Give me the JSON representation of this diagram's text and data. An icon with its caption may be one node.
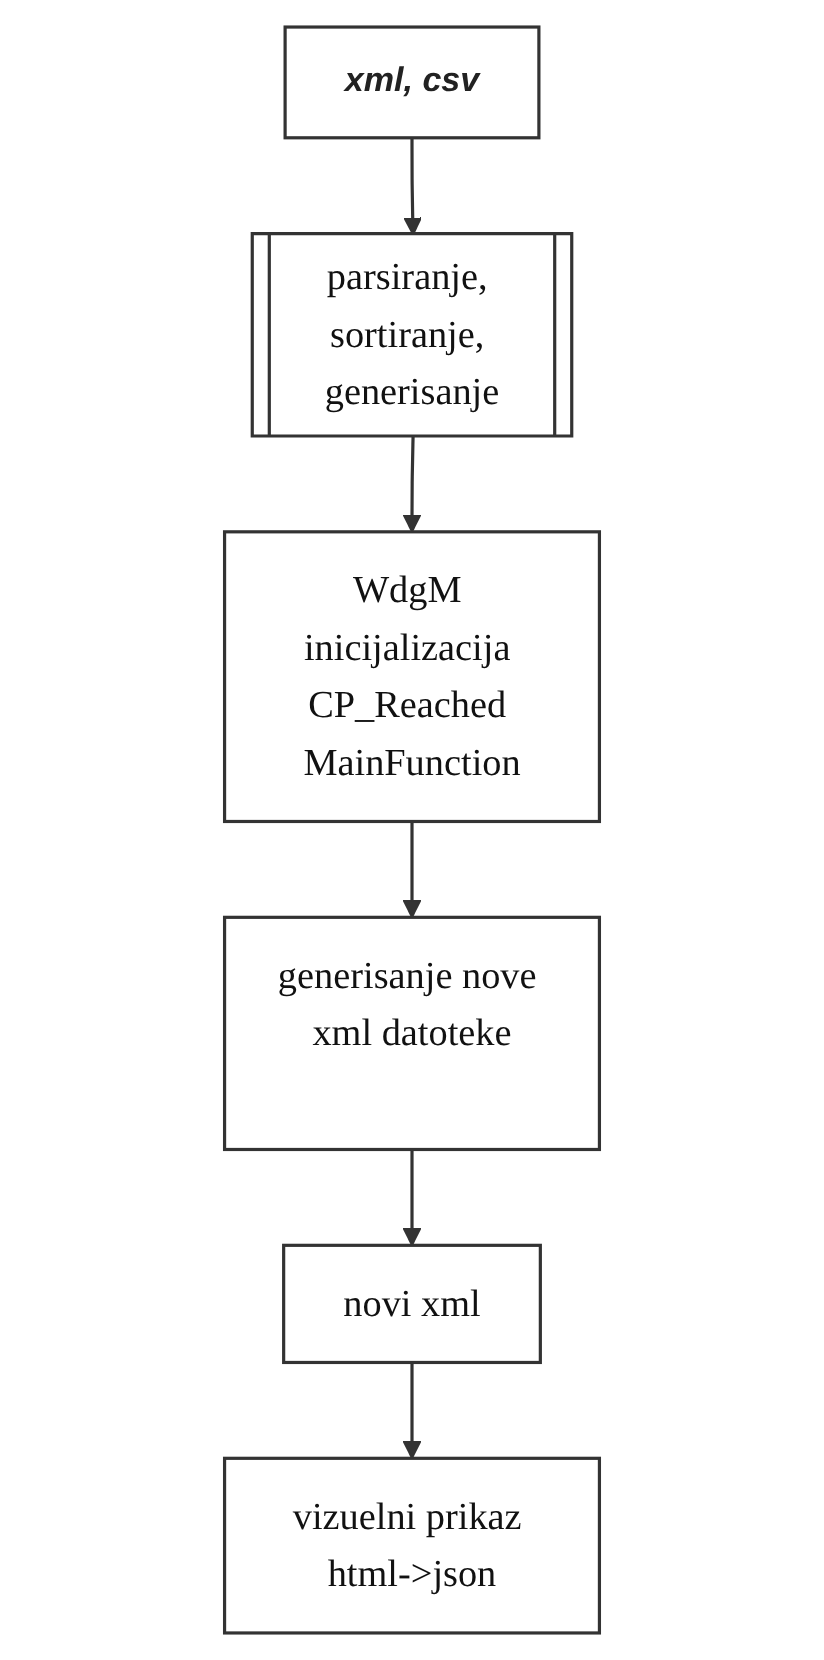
{
  "diagram": {
    "nodes": [
      {
        "text": [
          "xml, csv"
        ]
      },
      {
        "text": [
          "parsiranje, sortiranje, generisanje"
        ]
      },
      {
        "text": [
          "WdgM inicijalizacija CP_Reached MainFunction"
        ]
      },
      {
        "text": [
          "generisanje nove xml datoteke"
        ]
      },
      {
        "text": [
          "novi xml"
        ]
      },
      {
        "text": [
          "vizuelni prikaz html->json"
        ]
      }
    ],
    "edges": [
      {
        "from": 0,
        "to": 1,
        "arrow": "to"
      },
      {
        "from": 1,
        "to": 2,
        "arrow": "to"
      },
      {
        "from": 2,
        "to": 3,
        "arrow": "to"
      },
      {
        "from": 3,
        "to": 4,
        "arrow": "to"
      },
      {
        "from": 4,
        "to": 5,
        "arrow": "to"
      }
    ]
  }
}
